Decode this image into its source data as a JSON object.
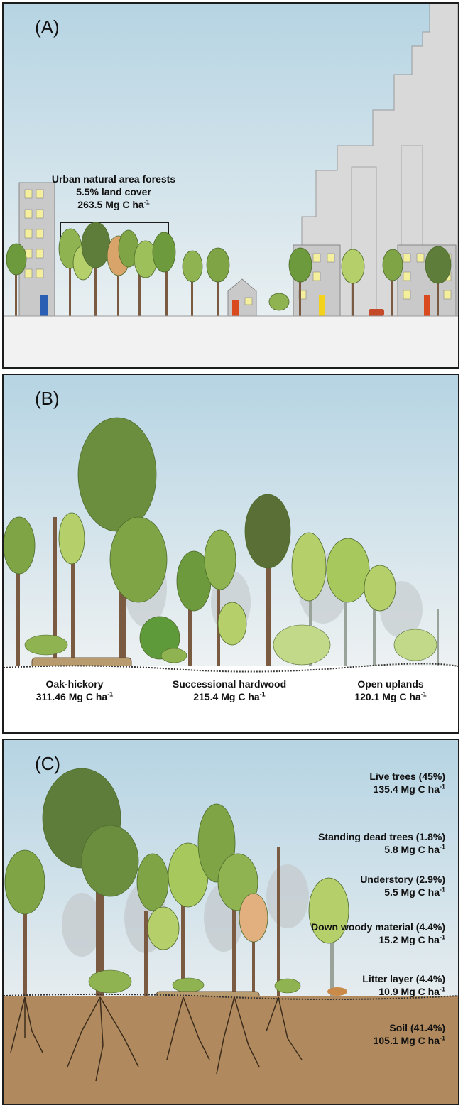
{
  "panels": {
    "a": {
      "label": "(A)",
      "forest_label": {
        "name": "Urban natural area forests",
        "cover": "5.5% land cover",
        "carbon": "263.5 Mg C ha",
        "unit_exp": "-1"
      }
    },
    "b": {
      "label": "(B)",
      "forest_types": [
        {
          "name": "Oak-hickory",
          "carbon": "311.46 Mg C ha",
          "unit_exp": "-1"
        },
        {
          "name": "Successional hardwood",
          "carbon": "215.4 Mg C ha",
          "unit_exp": "-1"
        },
        {
          "name": "Open uplands",
          "carbon": "120.1 Mg C ha",
          "unit_exp": "-1"
        }
      ]
    },
    "c": {
      "label": "(C)",
      "pools": [
        {
          "name": "Live trees (45%)",
          "carbon": "135.4 Mg C ha",
          "unit_exp": "-1"
        },
        {
          "name": "Standing dead trees (1.8%)",
          "carbon": "5.8 Mg C ha",
          "unit_exp": "-1"
        },
        {
          "name": "Understory (2.9%)",
          "carbon": "5.5 Mg C ha",
          "unit_exp": "-1"
        },
        {
          "name": "Down woody material (4.4%)",
          "carbon": "15.2 Mg C ha",
          "unit_exp": "-1"
        },
        {
          "name": "Litter layer (4.4%)",
          "carbon": "10.9 Mg C ha",
          "unit_exp": "-1"
        },
        {
          "name": "Soil (41.4%)",
          "carbon": "105.1 Mg C ha",
          "unit_exp": "-1"
        }
      ]
    }
  },
  "colors": {
    "sky_top": "#b9d6e4",
    "sky_bottom": "#e7eef0",
    "ground": "#f2f2f2",
    "soil": "#b08a5e",
    "building": "#c8c8c8",
    "skyline": "#d9d9d9",
    "tree_dark": "#5e7d3a",
    "tree_mid": "#7fa445",
    "tree_light": "#b5cf6a",
    "trunk": "#7a5a40",
    "door_blue": "#2b5fb4",
    "door_red": "#d94a1e",
    "door_yellow": "#f2d21a"
  }
}
